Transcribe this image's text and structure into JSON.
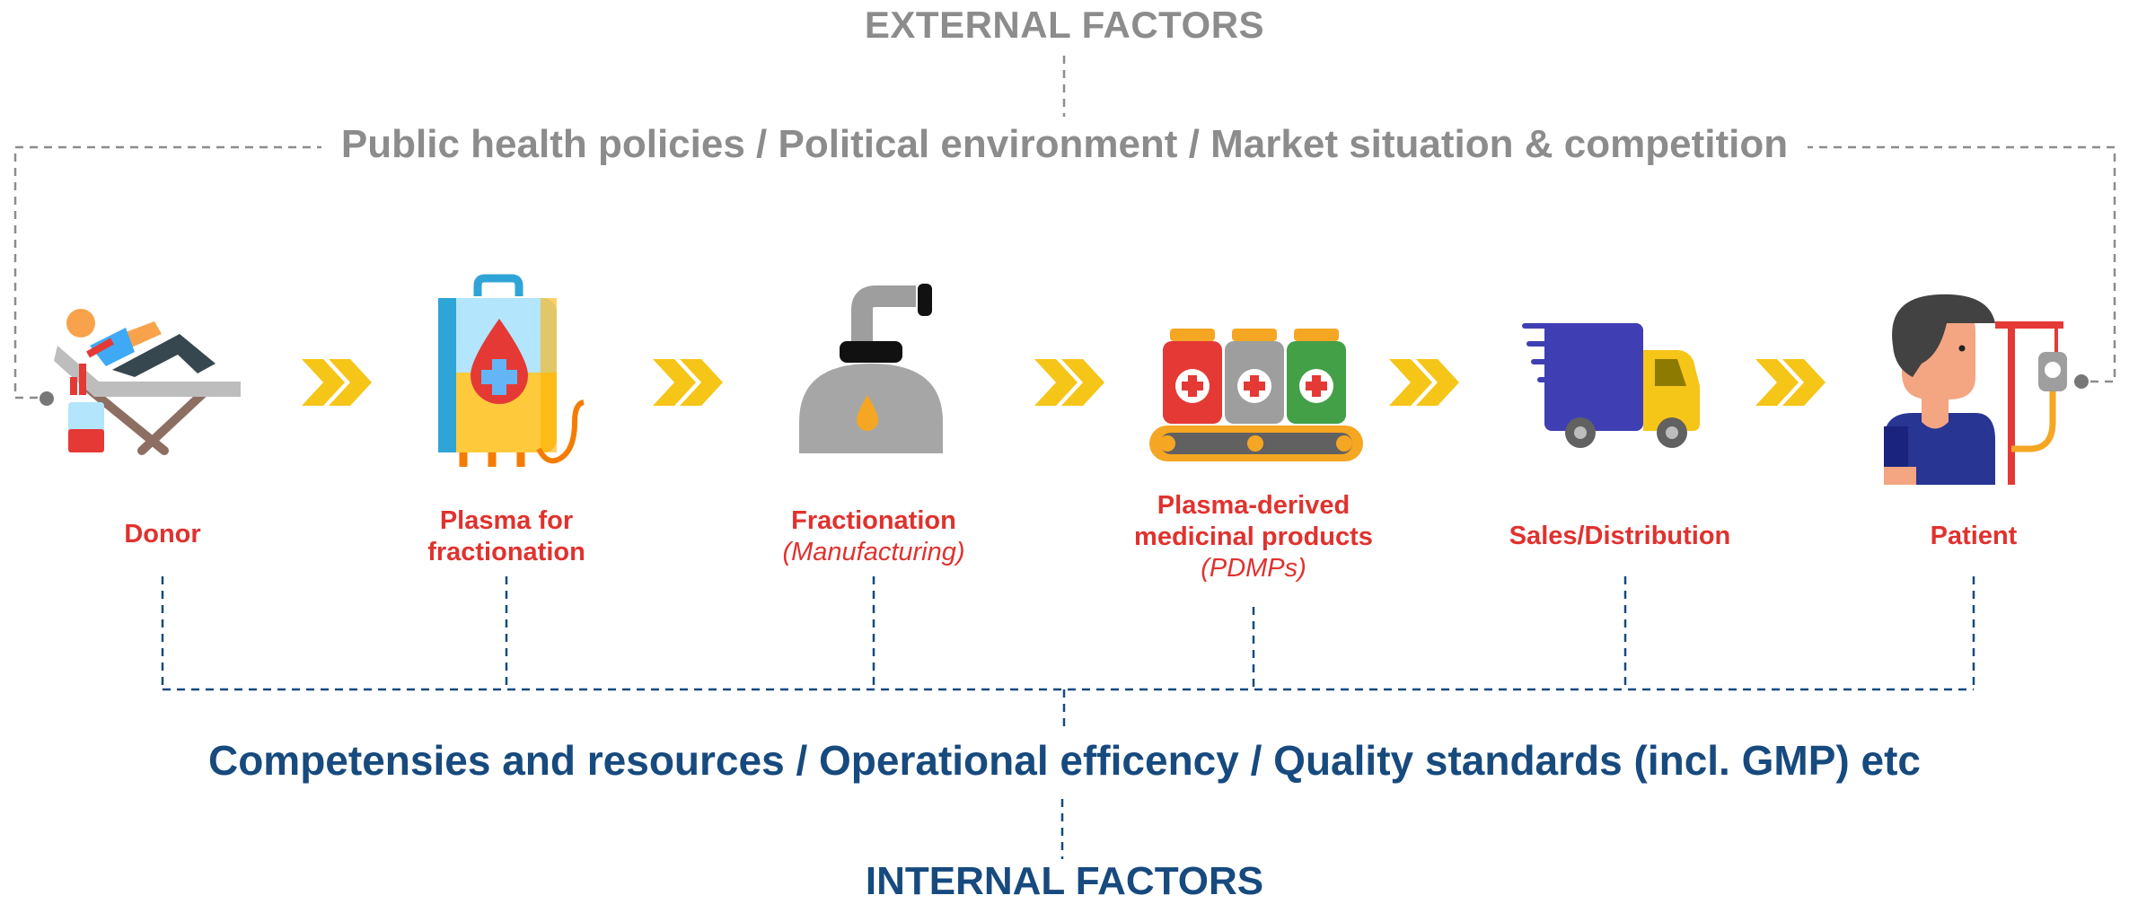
{
  "external": {
    "title": "EXTERNAL FACTORS",
    "subtitle": "Public health policies / Political environment / Market situation & competition"
  },
  "internal": {
    "subtitle": "Competensies and resources / Operational efficency / Quality standards (incl. GMP) etc",
    "title": "INTERNAL FACTORS"
  },
  "steps": [
    {
      "icon": "donor-bed-icon",
      "label_lines": [
        "Donor"
      ],
      "note": ""
    },
    {
      "icon": "plasma-bag-icon",
      "label_lines": [
        "Plasma for",
        "fractionation"
      ],
      "note": ""
    },
    {
      "icon": "fractionation-vessel-icon",
      "label_lines": [
        "Fractionation"
      ],
      "note": "(Manufacturing)"
    },
    {
      "icon": "medicine-bottles-conveyor-icon",
      "label_lines": [
        "Plasma-derived",
        "medicinal products"
      ],
      "note": "(PDMPs)"
    },
    {
      "icon": "delivery-truck-icon",
      "label_lines": [
        "Sales/Distribution"
      ],
      "note": ""
    },
    {
      "icon": "patient-iv-icon",
      "label_lines": [
        "Patient"
      ],
      "note": ""
    }
  ],
  "colors": {
    "external": "#8c8c8c",
    "internal": "#174a7e",
    "step_label": "#e0322e",
    "chevron": "#f5c518"
  }
}
